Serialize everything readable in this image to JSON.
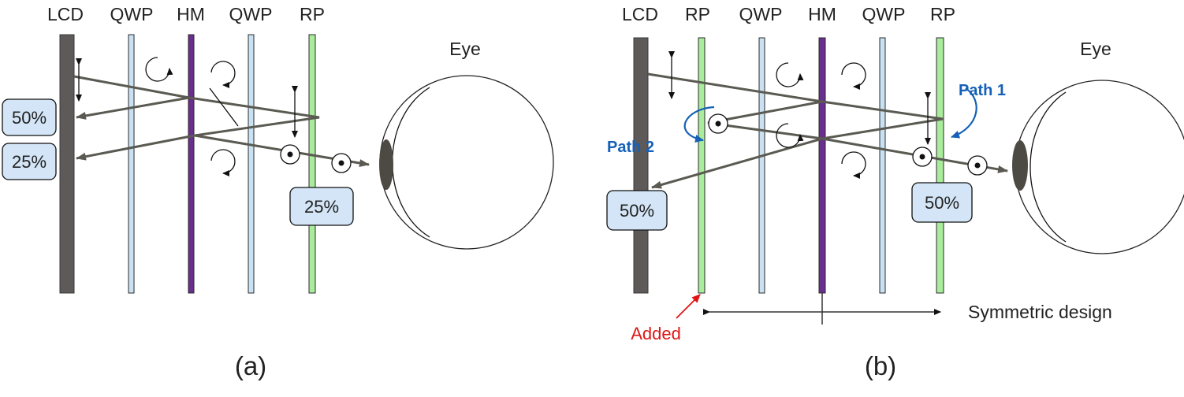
{
  "panel_a": {
    "labels": {
      "lcd": "LCD",
      "qwp1": "QWP",
      "hm": "HM",
      "qwp2": "QWP",
      "rp": "RP",
      "eye": "Eye"
    },
    "percentages": [
      "50%",
      "25%",
      "25%"
    ],
    "caption": "(a)"
  },
  "panel_b": {
    "labels": {
      "lcd": "LCD",
      "rp1": "RP",
      "qwp1": "QWP",
      "hm": "HM",
      "qwp2": "QWP",
      "rp2": "RP",
      "eye": "Eye"
    },
    "percentages": [
      "50%",
      "50%"
    ],
    "path_labels": [
      "Path 1",
      "Path 2"
    ],
    "symmetric_label": "Symmetric design",
    "added_label": "Added",
    "caption": "(b)"
  },
  "colors": {
    "lcd": "#5e5a59",
    "qwp": "#c8e2f3",
    "hm": "#6a2e8e",
    "rp": "#a9ec9b",
    "ray": "#5a5a52",
    "path_label": "#1560b8",
    "added_label": "#e01515",
    "percent_box": "#d3e5f6"
  }
}
